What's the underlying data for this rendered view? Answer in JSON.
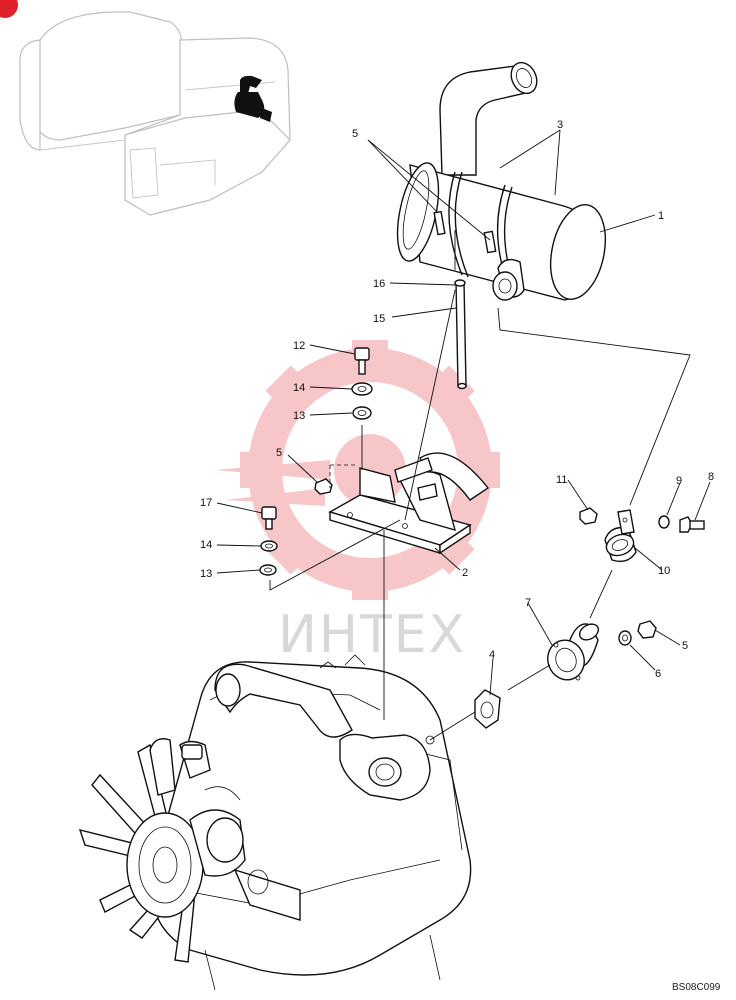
{
  "watermark": {
    "text": "ИНТЕХ",
    "color": "#e8565c"
  },
  "drawing_code": "BS08C099",
  "callouts": {
    "c1": "1",
    "c2": "2",
    "c3": "3",
    "c4": "4",
    "c5a": "5",
    "c5b": "5",
    "c5c": "5",
    "c6": "6",
    "c7": "7",
    "c8": "8",
    "c9": "9",
    "c10": "10",
    "c11": "11",
    "c12": "12",
    "c13a": "13",
    "c13b": "13",
    "c14a": "14",
    "c14b": "14",
    "c15": "15",
    "c16": "16",
    "c17": "17"
  },
  "colors": {
    "line": "#111111",
    "ghost": "#bfbfbf",
    "corner_badge": "#e0202a"
  }
}
